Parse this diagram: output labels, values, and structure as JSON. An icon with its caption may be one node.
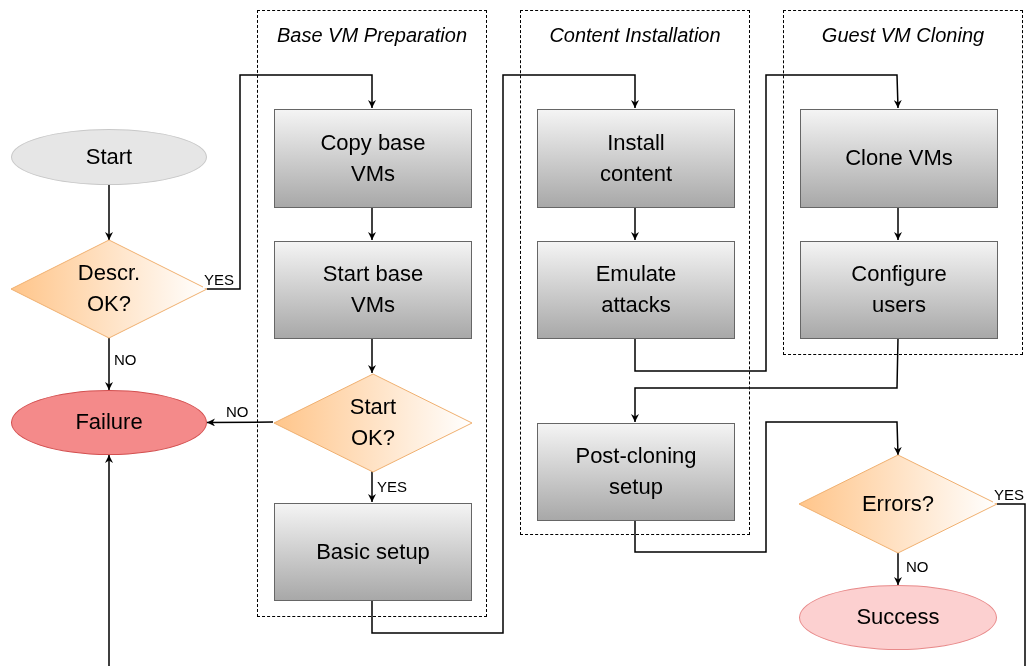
{
  "diagram": {
    "nodes": [
      {
        "text": [
          "Start"
        ]
      },
      {
        "text": [
          "Descr. OK?"
        ]
      },
      {
        "text": [
          "Failure"
        ]
      },
      {
        "text": [
          "Base VM Preparation"
        ]
      },
      {
        "text": [
          "Copy base VMs"
        ],
        "in": 3
      },
      {
        "text": [
          "Start base VMs"
        ],
        "in": 3
      },
      {
        "text": [
          "Start OK?"
        ],
        "in": 3
      },
      {
        "text": [
          "Basic setup"
        ],
        "in": 3
      },
      {
        "text": [
          "Content Installation"
        ]
      },
      {
        "text": [
          "Install content"
        ],
        "in": 8
      },
      {
        "text": [
          "Emulate attacks"
        ],
        "in": 8
      },
      {
        "text": [
          "Post-cloning setup"
        ],
        "in": 8
      },
      {
        "text": [
          "Guest VM Cloning"
        ]
      },
      {
        "text": [
          "Clone VMs"
        ],
        "in": 12
      },
      {
        "text": [
          "Configure users"
        ],
        "in": 12
      },
      {
        "text": [
          "Errors?"
        ]
      },
      {
        "text": [
          "Success"
        ]
      }
    ],
    "edges": [
      {
        "from": 0,
        "to": 1,
        "arrow": "to"
      },
      {
        "from": 1,
        "to": 4,
        "arrow": "to",
        "label": "YES"
      },
      {
        "from": 1,
        "to": 2,
        "arrow": "to",
        "label": "NO"
      },
      {
        "from": 4,
        "to": 5,
        "arrow": "to"
      },
      {
        "from": 5,
        "to": 6,
        "arrow": "to"
      },
      {
        "from": 6,
        "to": 2,
        "arrow": "to",
        "label": "NO"
      },
      {
        "from": 6,
        "to": 7,
        "arrow": "to",
        "label": "YES"
      },
      {
        "from": 7,
        "to": 9,
        "arrow": "to"
      },
      {
        "from": 9,
        "to": 10,
        "arrow": "to"
      },
      {
        "from": 10,
        "to": 13,
        "arrow": "to"
      },
      {
        "from": 13,
        "to": 14,
        "arrow": "to"
      },
      {
        "from": 14,
        "to": 11,
        "arrow": "to"
      },
      {
        "from": 11,
        "to": 15,
        "arrow": "to"
      },
      {
        "from": 15,
        "to": 16,
        "arrow": "to",
        "label": "NO"
      },
      {
        "from": 15,
        "to": 2,
        "arrow": "to",
        "label": "YES"
      }
    ]
  }
}
